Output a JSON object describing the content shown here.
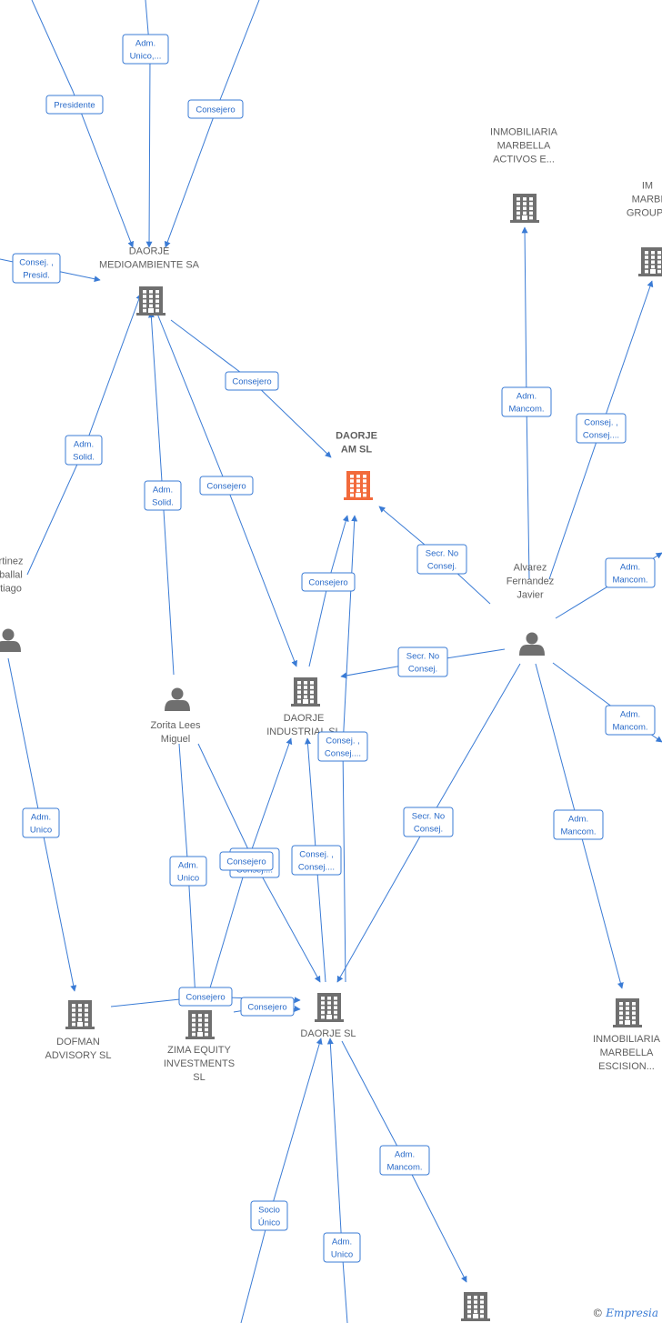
{
  "colors": {
    "edge": "#3a7bd5",
    "node": "#6f6f6f",
    "focus": "#f26a3b",
    "label": "#5f5f5f"
  },
  "footer": {
    "copyright": "©",
    "brand": "Empresia"
  },
  "nodes": [
    {
      "id": "medio",
      "kind": "company",
      "lines": [
        "DAORJE",
        "MEDIOAMBIENTE SA"
      ]
    },
    {
      "id": "am",
      "kind": "company",
      "focus": true,
      "lines": [
        "DAORJE",
        "AM  SL"
      ]
    },
    {
      "id": "activos",
      "kind": "company",
      "lines": [
        "INMOBILIARIA",
        "MARBELLA",
        "ACTIVOS E..."
      ]
    },
    {
      "id": "group",
      "kind": "company",
      "lines": [
        "IM",
        "MARBI",
        "GROUP I"
      ]
    },
    {
      "id": "martinez",
      "kind": "person",
      "lines": [
        "rtinez",
        "ballal",
        "tiago"
      ]
    },
    {
      "id": "alvarez",
      "kind": "person",
      "lines": [
        "Alvarez",
        "Fernandez",
        "Javier"
      ]
    },
    {
      "id": "zorita",
      "kind": "person",
      "lines": [
        "Zorita Lees",
        "Miguel"
      ]
    },
    {
      "id": "industrial",
      "kind": "company",
      "lines": [
        "DAORJE",
        "INDUSTRIAL  SL"
      ]
    },
    {
      "id": "dofman",
      "kind": "company",
      "lines": [
        "DOFMAN",
        "ADVISORY SL"
      ]
    },
    {
      "id": "zima",
      "kind": "company",
      "lines": [
        "ZIMA EQUITY",
        "INVESTMENTS",
        "SL"
      ]
    },
    {
      "id": "daorjesl",
      "kind": "company",
      "lines": [
        "DAORJE SL"
      ]
    },
    {
      "id": "escision",
      "kind": "company",
      "lines": [
        "INMOBILIARIA",
        "MARBELLA",
        "ESCISION..."
      ]
    },
    {
      "id": "bottom",
      "kind": "company",
      "lines": []
    }
  ],
  "edges": [
    {
      "id": "e1",
      "lines": [
        "Presidente"
      ]
    },
    {
      "id": "e2",
      "lines": [
        "Adm.",
        "Unico,..."
      ]
    },
    {
      "id": "e3",
      "lines": [
        "Consejero"
      ]
    },
    {
      "id": "e4",
      "lines": [
        "Consej. ,",
        "Presid."
      ]
    },
    {
      "id": "e5",
      "lines": [
        "Consejero"
      ]
    },
    {
      "id": "e6",
      "lines": [
        "Adm.",
        "Solid."
      ]
    },
    {
      "id": "e7",
      "lines": [
        "Adm.",
        "Solid."
      ]
    },
    {
      "id": "e8",
      "lines": [
        "Consejero"
      ]
    },
    {
      "id": "e9",
      "lines": [
        "Adm.",
        "Mancom."
      ]
    },
    {
      "id": "e10",
      "lines": [
        "Consej. ,",
        "Consej...."
      ]
    },
    {
      "id": "e11",
      "lines": [
        "Secr.  No",
        "Consej."
      ]
    },
    {
      "id": "e12",
      "lines": [
        "Adm.",
        "Mancom."
      ]
    },
    {
      "id": "e13",
      "lines": [
        "Consejero"
      ]
    },
    {
      "id": "e14",
      "lines": [
        "Secr.  No",
        "Consej."
      ]
    },
    {
      "id": "e15",
      "lines": [
        "Consej. ,",
        "Consej...."
      ]
    },
    {
      "id": "e16",
      "lines": [
        "Adm.",
        "Mancom."
      ]
    },
    {
      "id": "e17",
      "lines": [
        "Adm.",
        "Unico"
      ]
    },
    {
      "id": "e18",
      "lines": [
        "Secr.  No",
        "Consej."
      ]
    },
    {
      "id": "e19",
      "lines": [
        "Adm.",
        "Mancom."
      ]
    },
    {
      "id": "e20",
      "lines": [
        "Adm.",
        "Unico"
      ]
    },
    {
      "id": "e21",
      "lines": [
        "Consej. ,",
        "Consej...."
      ]
    },
    {
      "id": "e22",
      "lines": [
        "Consejero"
      ]
    },
    {
      "id": "e23",
      "lines": [
        "Consej. ,",
        "Consej...."
      ]
    },
    {
      "id": "e24",
      "lines": [
        "Consejero"
      ]
    },
    {
      "id": "e25",
      "lines": [
        "Consejero"
      ]
    },
    {
      "id": "e26",
      "lines": [
        "Adm.",
        "Mancom."
      ]
    },
    {
      "id": "e27",
      "lines": [
        "Socio",
        "Único"
      ]
    },
    {
      "id": "e28",
      "lines": [
        "Adm.",
        "Unico"
      ]
    }
  ]
}
